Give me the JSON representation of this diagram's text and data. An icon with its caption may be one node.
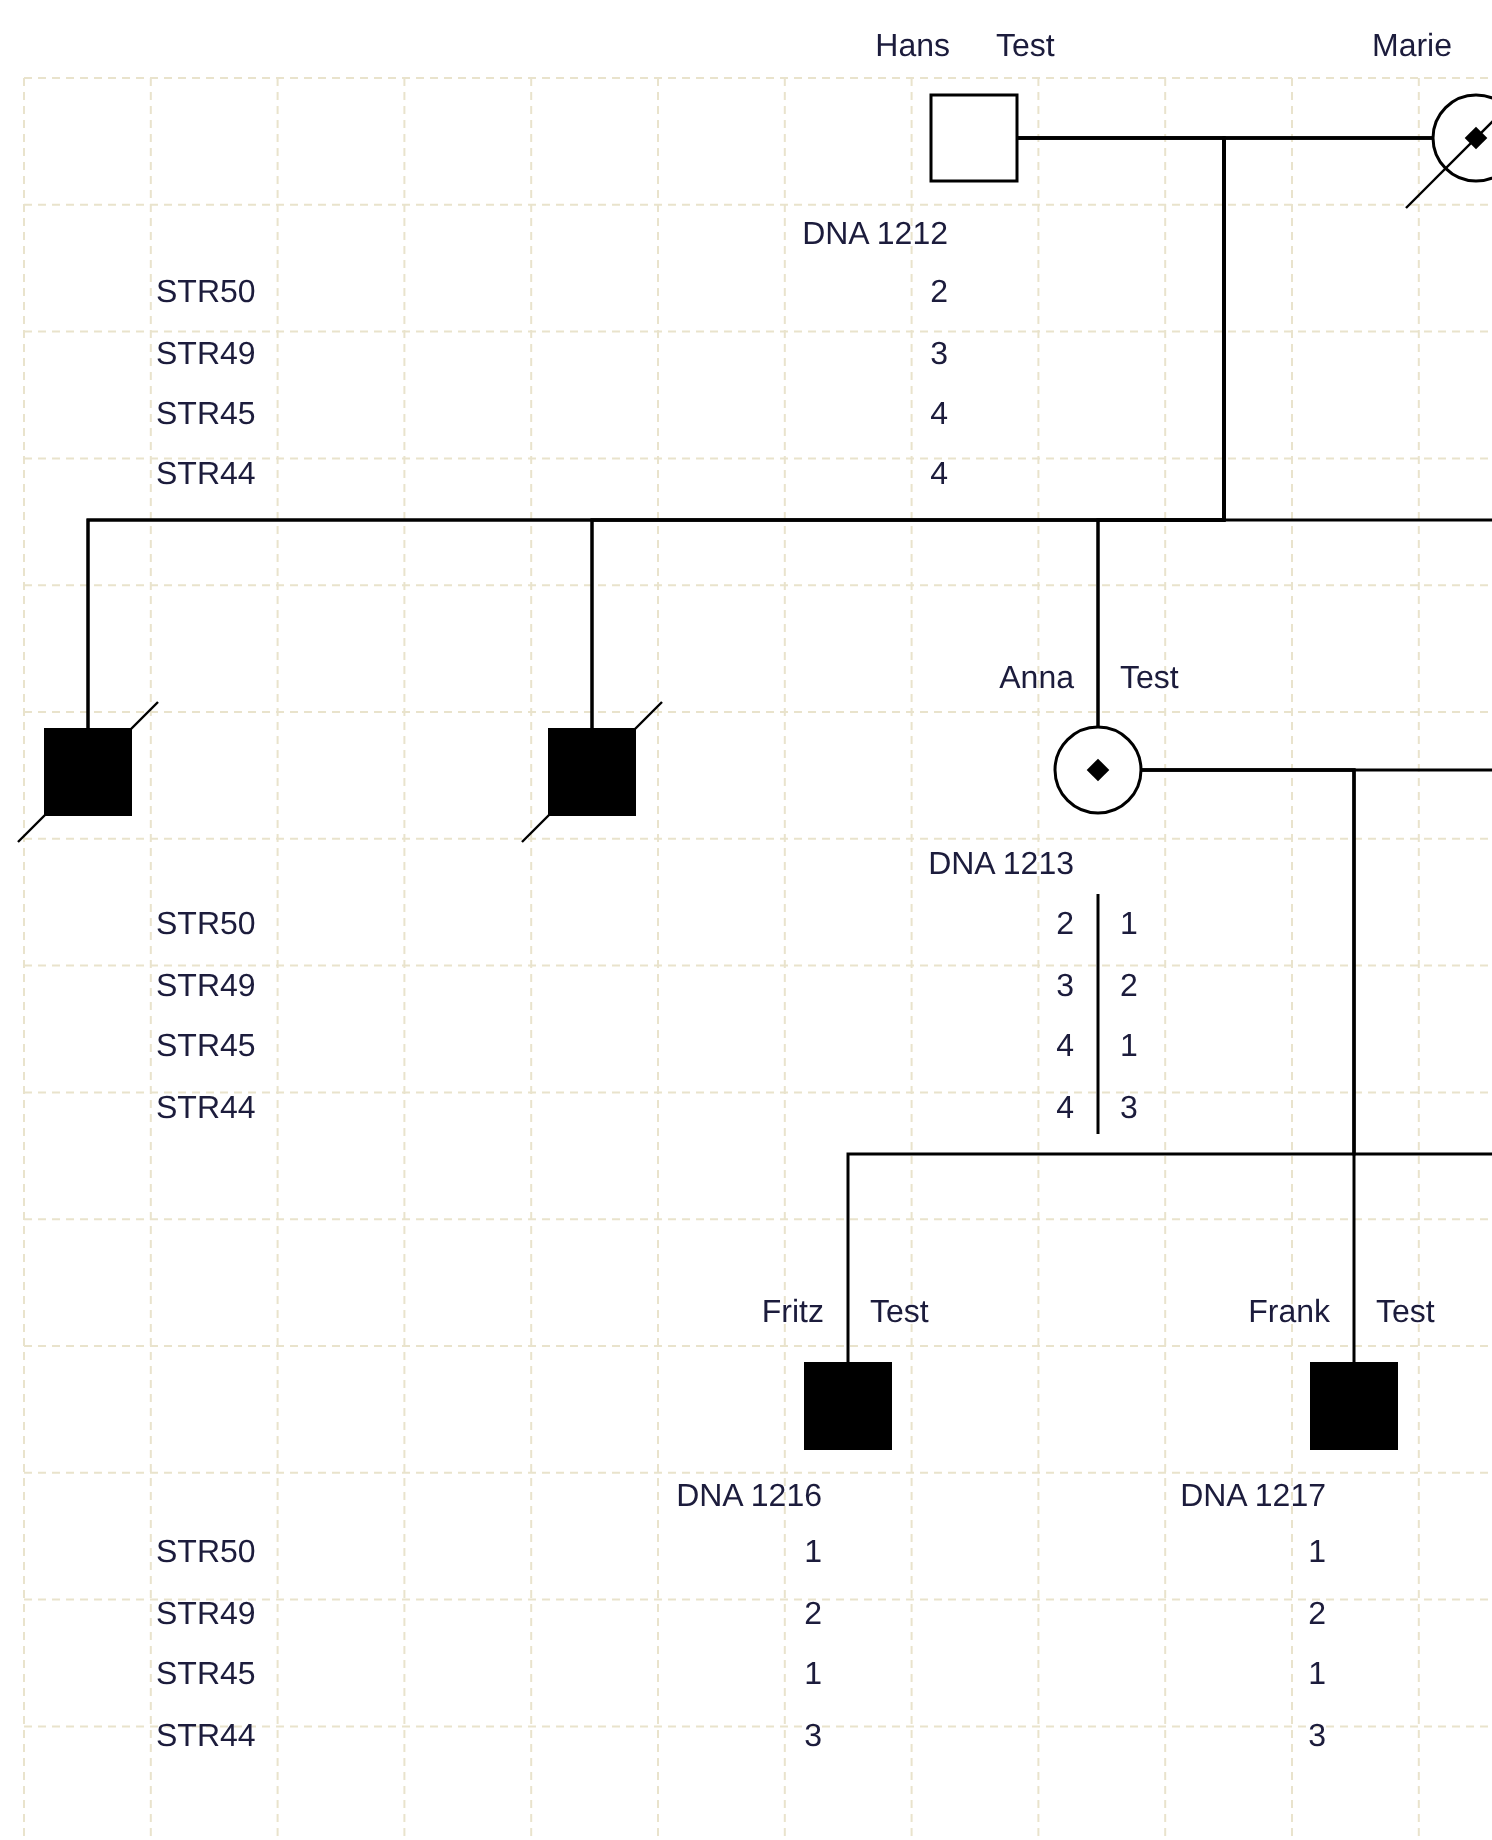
{
  "diagram": {
    "nodes": [
      {
        "text": [
          "Hans",
          "Test"
        ],
        "beside": [
          "DNA 1212"
        ]
      },
      {
        "text": [
          "Marie"
        ]
      },
      {
        "text": [],
        "shape": "box"
      },
      {
        "text": [],
        "shape": "box"
      },
      {
        "text": [
          "Anna",
          "Test"
        ],
        "beside": [
          "DNA 1213"
        ]
      },
      {
        "text": [
          "Fritz",
          "Test"
        ],
        "beside": [
          "DNA 1216"
        ]
      },
      {
        "text": [
          "Frank",
          "Test"
        ],
        "beside": [
          "DNA 1217"
        ]
      }
    ],
    "edges": [
      {
        "from": 0,
        "to": 1,
        "arrow": "none"
      },
      {
        "from": 0,
        "to": 2,
        "arrow": "none"
      },
      {
        "from": 0,
        "to": 3,
        "arrow": "none"
      },
      {
        "from": 0,
        "to": 4,
        "arrow": "none"
      },
      {
        "from": 1,
        "to": 2,
        "arrow": "none"
      },
      {
        "from": 1,
        "to": 3,
        "arrow": "none"
      },
      {
        "from": 1,
        "to": 4,
        "arrow": "none"
      },
      {
        "from": 0,
        "to": null,
        "arrow": "none"
      },
      {
        "from": 4,
        "to": null,
        "arrow": "none"
      },
      {
        "from": 4,
        "to": 5,
        "arrow": "none"
      },
      {
        "from": 4,
        "to": 6,
        "arrow": "none"
      },
      {
        "from": 4,
        "to": null,
        "arrow": "none"
      }
    ],
    "labels": [
      "STR50",
      "2",
      "STR49",
      "3",
      "STR45",
      "4",
      "STR44",
      "4",
      "STR50",
      "2",
      "1",
      "STR49",
      "3",
      "2",
      "STR45",
      "4",
      "1",
      "STR44",
      "4",
      "3",
      "STR50",
      "1",
      "1",
      "STR49",
      "2",
      "2",
      "STR45",
      "1",
      "1",
      "STR44",
      "3",
      "3"
    ]
  }
}
